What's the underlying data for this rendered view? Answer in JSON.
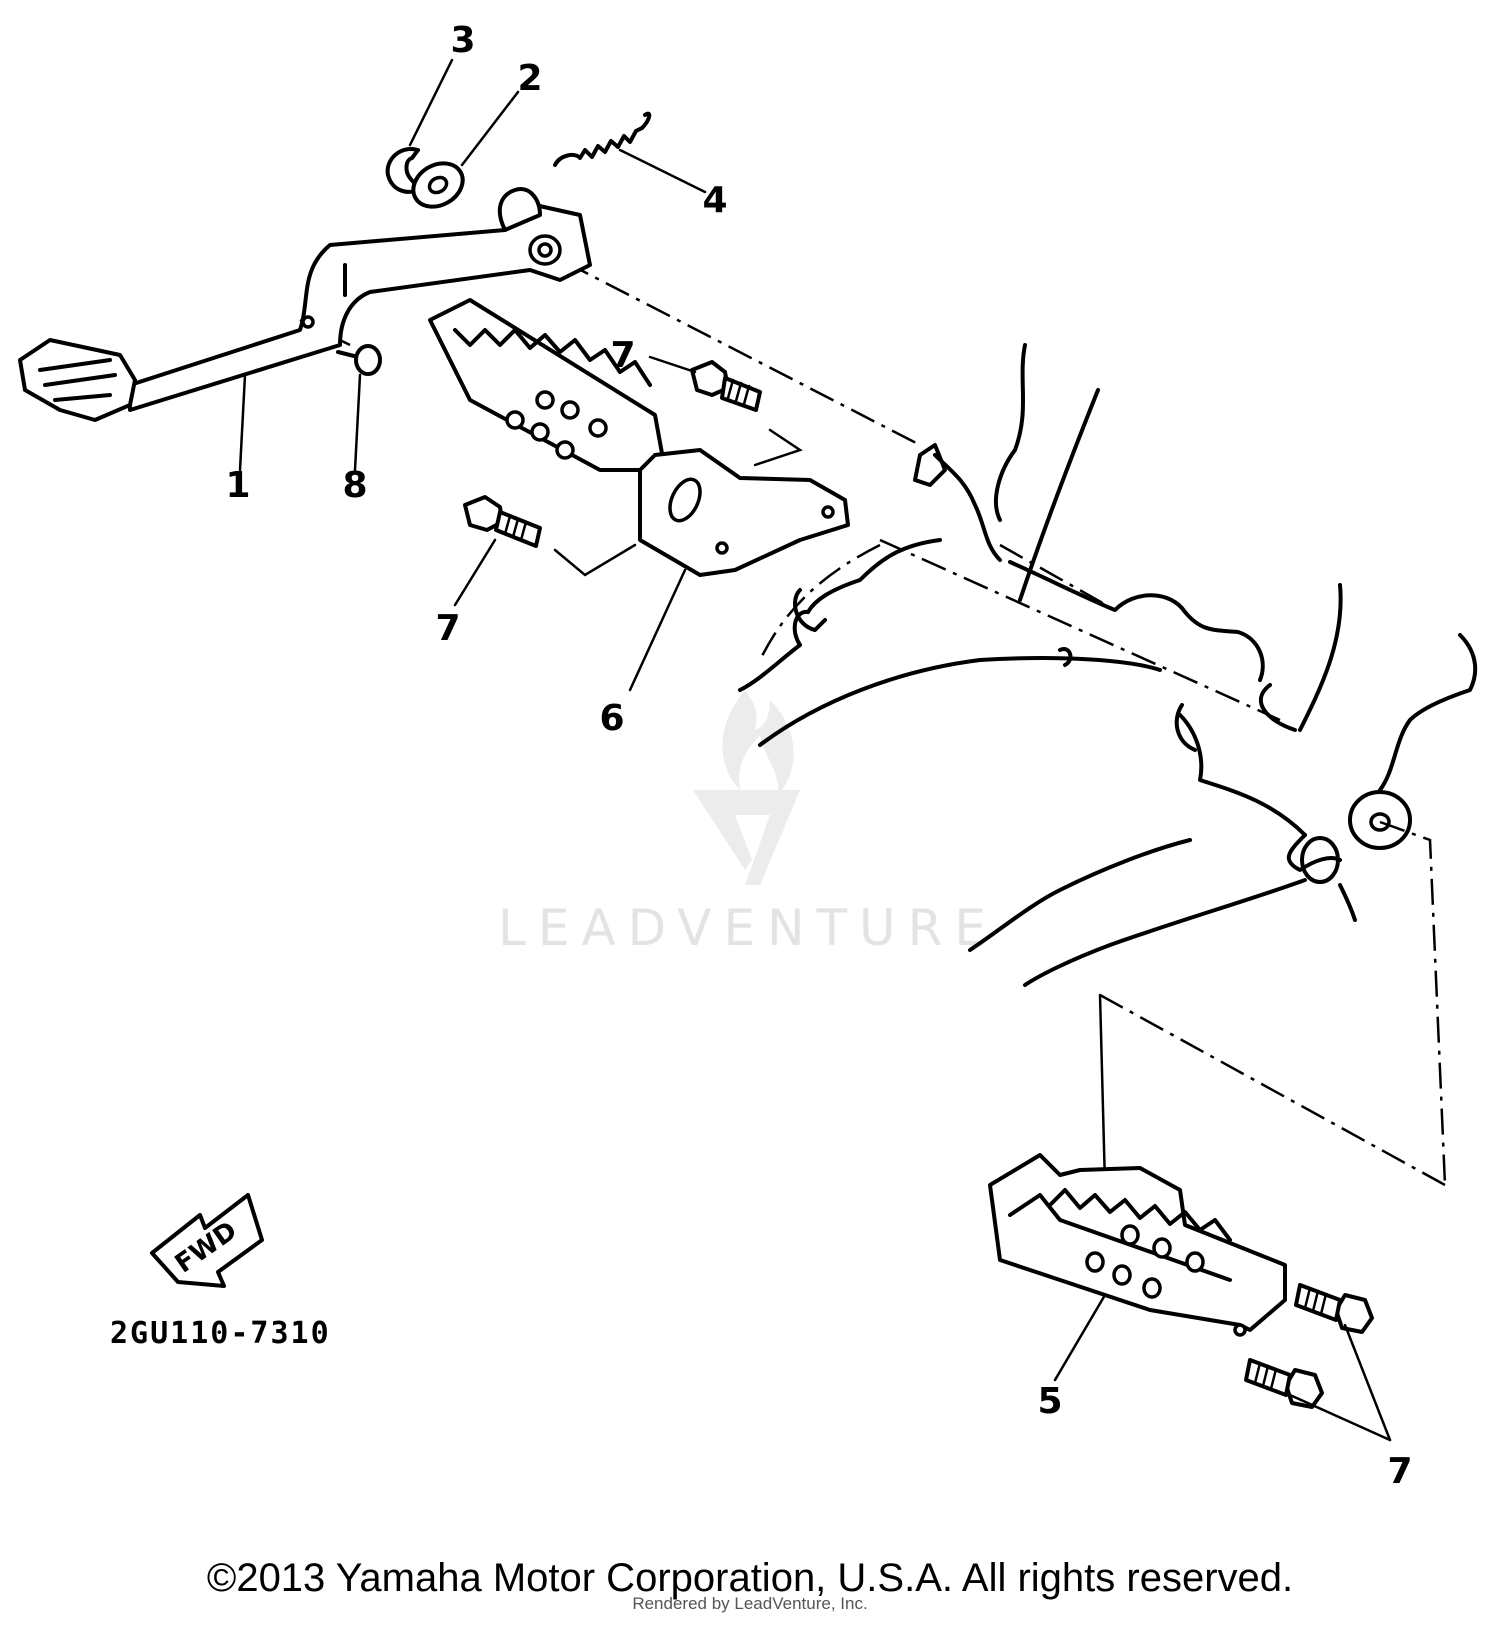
{
  "callouts": [
    {
      "id": "c3",
      "label": "3"
    },
    {
      "id": "c2",
      "label": "2"
    },
    {
      "id": "c4",
      "label": "4"
    },
    {
      "id": "c7a",
      "label": "7"
    },
    {
      "id": "c1",
      "label": "1"
    },
    {
      "id": "c8",
      "label": "8"
    },
    {
      "id": "c7b",
      "label": "7"
    },
    {
      "id": "c6",
      "label": "6"
    },
    {
      "id": "c5",
      "label": "5"
    },
    {
      "id": "c7c",
      "label": "7"
    }
  ],
  "fwd_label": "FWD",
  "diagram_code": "2GU110-7310",
  "watermark": "LEADVENTURE",
  "copyright": "©2013 Yamaha Motor Corporation, U.S.A. All rights reserved.",
  "rendered_by": "Rendered by LeadVenture, Inc.",
  "icons": {
    "watermark_logo": "leadventure-flame-icon",
    "fwd_arrow": "fwd-arrow-icon"
  }
}
